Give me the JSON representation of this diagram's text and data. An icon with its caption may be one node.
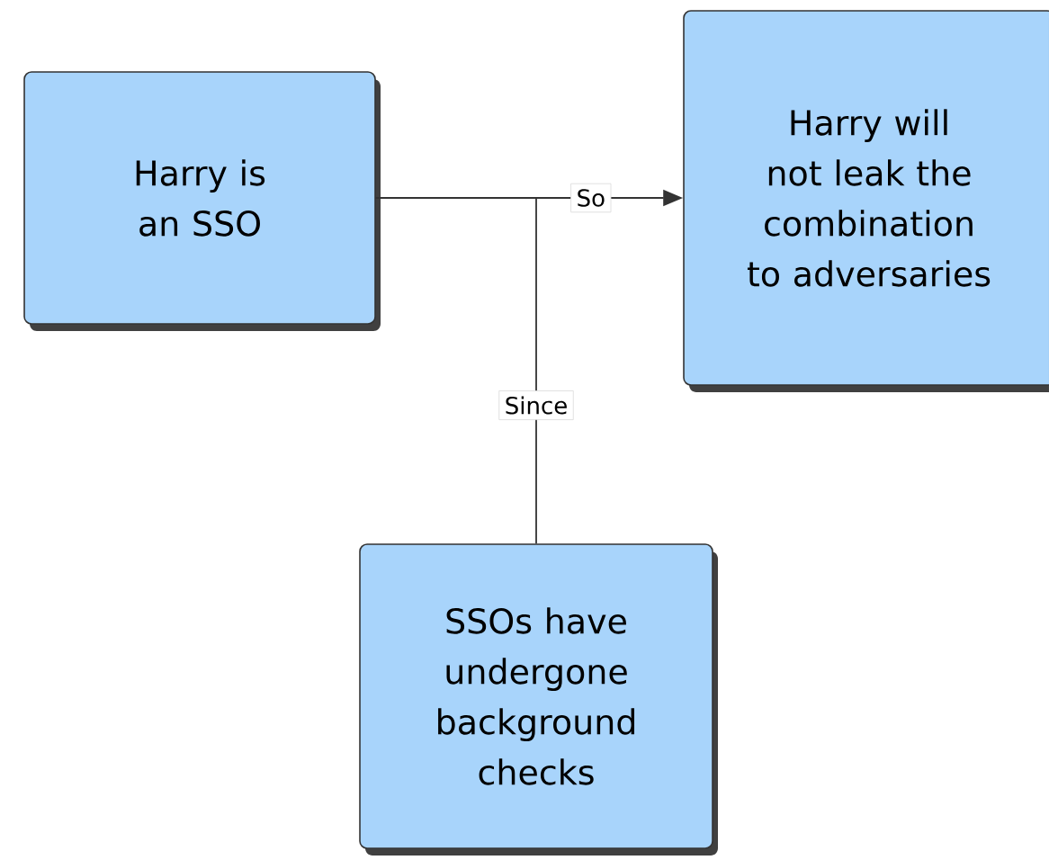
{
  "diagram": {
    "nodes": [
      {
        "text": [
          "Harry is an SSO"
        ]
      },
      {
        "text": [
          "Harry will not leak the combination to adversaries"
        ]
      },
      {
        "text": [
          "SSOs have undergone background checks"
        ]
      }
    ],
    "edges": [
      {
        "from": 0,
        "to": 1,
        "arrow": "to",
        "label": "So"
      },
      {
        "from": 2,
        "to": null,
        "arrow": "none",
        "label": "Since"
      }
    ]
  }
}
